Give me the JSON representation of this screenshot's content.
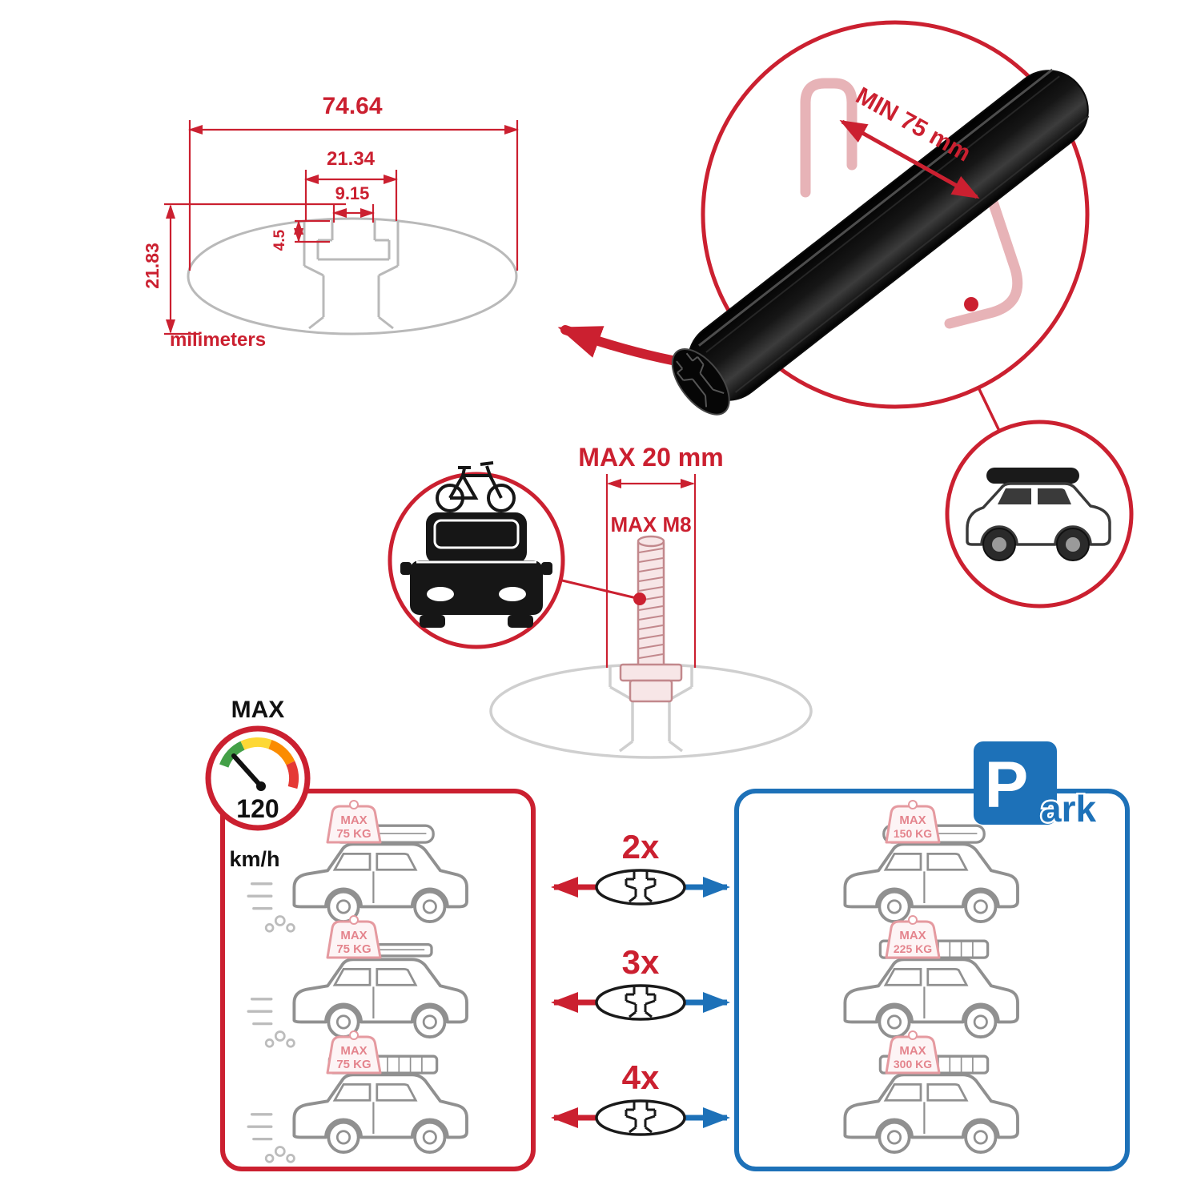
{
  "dimension_drawing": {
    "total_width": "74.64",
    "channel_outer_width": "21.34",
    "slot_width": "9.15",
    "slot_depth": "4.5",
    "total_height": "21.83",
    "units": "milimeters"
  },
  "crossbar_detail": {
    "min_span_label": "MIN 75 mm"
  },
  "bolt_detail": {
    "max_width_label": "MAX 20 mm",
    "max_thread_label": "MAX M8"
  },
  "speed_limit": {
    "label": "MAX",
    "value": "120",
    "unit": "km/h"
  },
  "park_sign": {
    "letter": "P",
    "suffix": "ark"
  },
  "load_tags": {
    "max_label": "MAX",
    "left": [
      "75 KG",
      "75 KG",
      "75 KG"
    ],
    "right": [
      "150 KG",
      "225 KG",
      "300 KG"
    ]
  },
  "crossbar_counts": [
    "2x",
    "3x",
    "4x"
  ],
  "colors": {
    "red": "#cb2030",
    "blue": "#1d71b8",
    "pink": "#e59aa0"
  }
}
